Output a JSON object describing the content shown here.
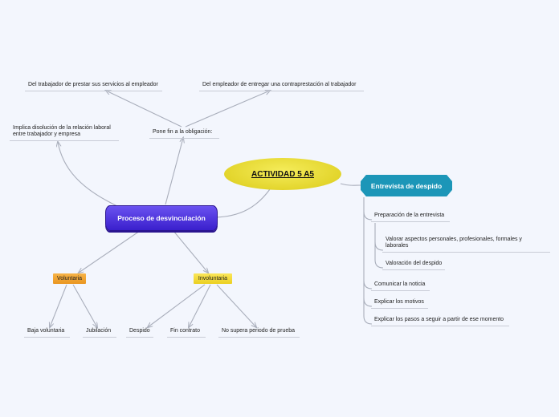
{
  "central": {
    "title": "ACTIVIDAD 5 A5"
  },
  "proceso": {
    "title": "Proceso de desvinculación",
    "pone_fin": "Pone fin a la obligación:",
    "trabajador": "Del trabajador de prestar sus servicios al empleador",
    "empleador": "Del empleador de entregar una contraprestación al trabajador",
    "implica": "Implica disolución de la relación laboral entre trabajador y empresa",
    "voluntaria": {
      "label": "Voluntaria",
      "children": [
        "Baja voluntaria",
        "Jubilación"
      ]
    },
    "involuntaria": {
      "label": "Involuntaria",
      "children": [
        "Despido",
        "Fin contrato",
        "No supera periodo de prueba"
      ]
    }
  },
  "entrevista": {
    "title": "Entrevista de despido",
    "preparacion": "Preparación de la entrevista",
    "valorar": "Valorar aspectos personales, profesionales, formales y laborales",
    "valoracion": "Valoración del despido",
    "comunicar": "Comunicar la noticia",
    "explicar_motivos": "Explicar los motivos",
    "explicar_pasos": "Explicar los pasos a seguir a partir de ese momento"
  },
  "colors": {
    "background": "#f3f6fd",
    "central": "#e3d52c",
    "proceso": "#4a30e0",
    "entrevista": "#1c96b8",
    "voluntaria": "#f0a030",
    "involuntaria": "#f2da35",
    "connector": "#a9aebb"
  }
}
